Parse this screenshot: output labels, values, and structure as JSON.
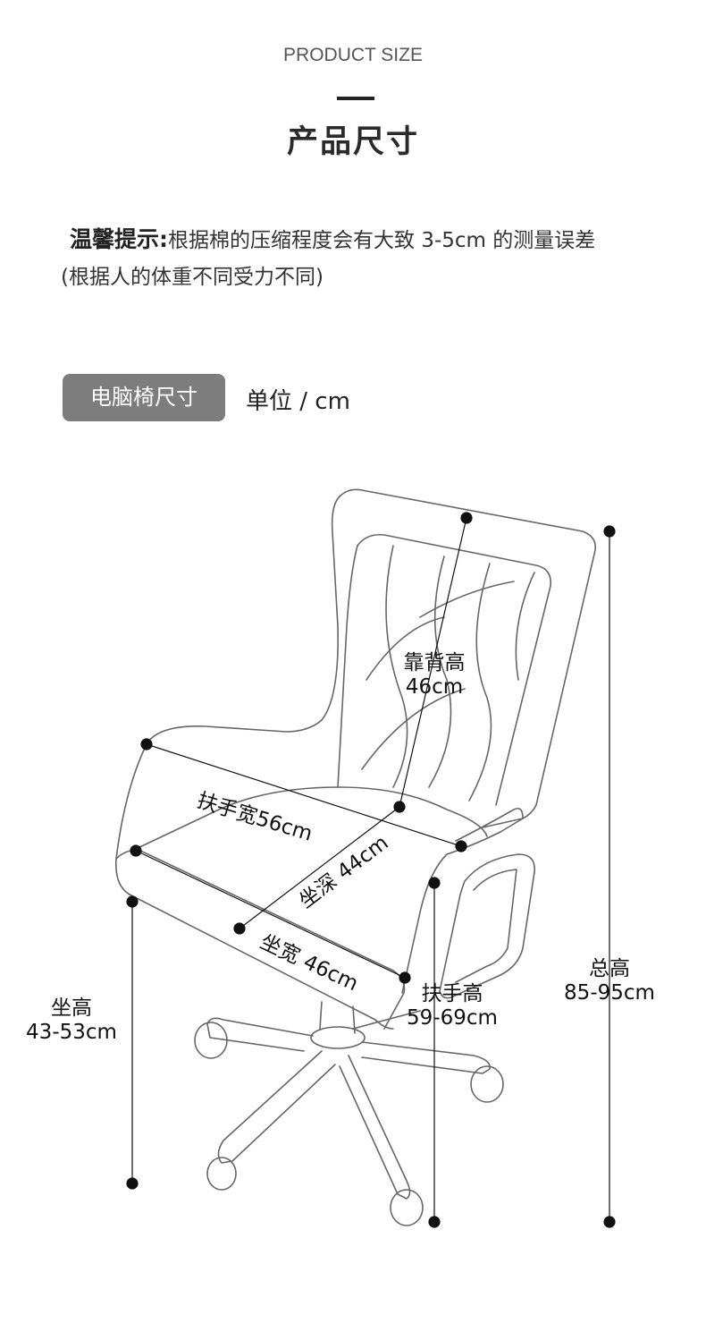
{
  "header": {
    "english_title": "PRODUCT SIZE",
    "chinese_title": "产品尺寸"
  },
  "tip": {
    "label": "温馨提示:",
    "text": "根据棉的压缩程度会有大致 3-5cm 的测量误差",
    "note": "(根据人的体重不同受力不同)"
  },
  "section": {
    "badge": "电脑椅尺寸",
    "unit": "单位 / cm"
  },
  "dimensions": {
    "backrest_height": {
      "name": "靠背高",
      "value": "46cm"
    },
    "armrest_width": {
      "label": "扶手宽56cm"
    },
    "seat_depth": {
      "label": "坐深 44cm"
    },
    "seat_width": {
      "label": "坐宽 46cm"
    },
    "seat_height": {
      "name": "坐高",
      "value": "43-53cm"
    },
    "armrest_height": {
      "name": "扶手高",
      "value": "59-69cm"
    },
    "total_height": {
      "name": "总高",
      "value": "85-95cm"
    }
  },
  "colors": {
    "badge": "#7d7d7d",
    "outline": "#555555",
    "dimension": "#111111"
  }
}
